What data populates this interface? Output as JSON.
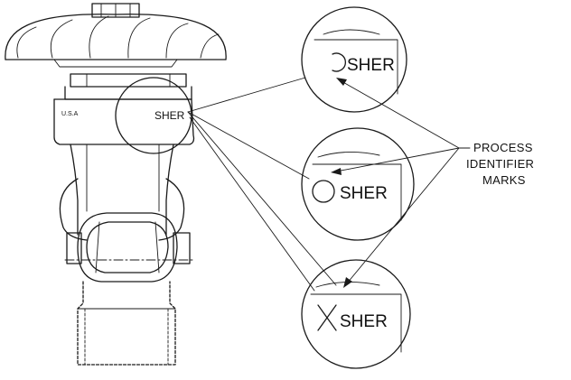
{
  "valve": {
    "origin_mark": "U.S.A",
    "manufacturer_mark": "SHER"
  },
  "detail_views": [
    {
      "symbol": "C-mark",
      "text": "SHER"
    },
    {
      "symbol": "O-mark",
      "text": "SHER"
    },
    {
      "symbol": "X-mark",
      "text": "SHER"
    }
  ],
  "callout": {
    "lines": [
      "PROCESS",
      "IDENTIFIER",
      "MARKS"
    ]
  }
}
